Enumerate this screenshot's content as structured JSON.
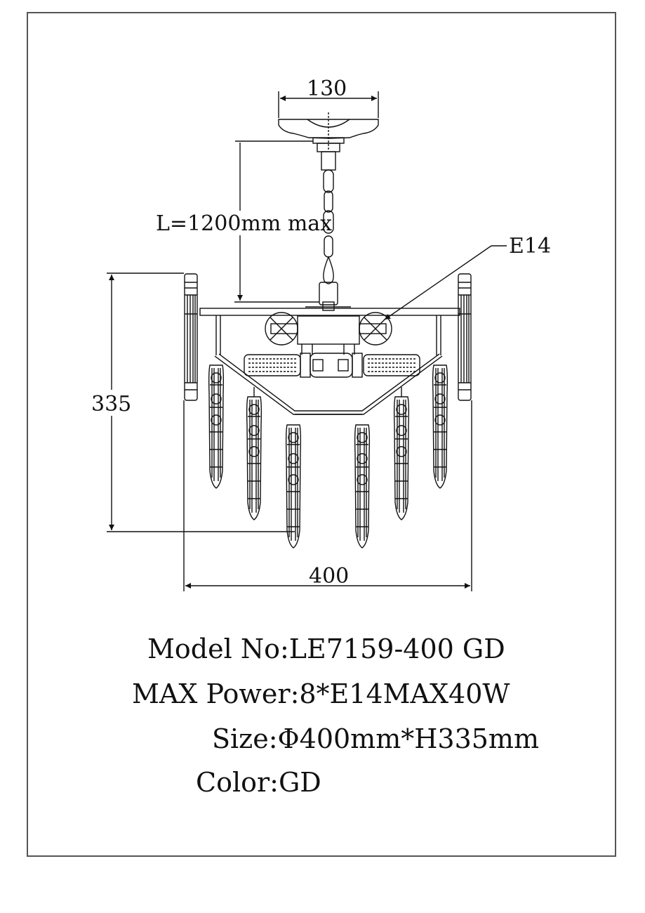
{
  "drawing": {
    "title": "Chandelier technical drawing",
    "dimensions": {
      "canopy_width": "130",
      "chain_length": "L=1200mm max",
      "height": "335",
      "diameter": "400",
      "socket_label": "E14"
    }
  },
  "specs": [
    {
      "key": "Model No:",
      "value": "LE7159-400 GD"
    },
    {
      "key": "MAX Power:",
      "value": "8*E14MAX40W"
    },
    {
      "key": "Size:",
      "value": "Φ400mm*H335mm"
    },
    {
      "key": "Color:",
      "value": "GD"
    }
  ],
  "colors": {
    "line": "#111111",
    "frame": "#555555",
    "background": "#ffffff"
  }
}
